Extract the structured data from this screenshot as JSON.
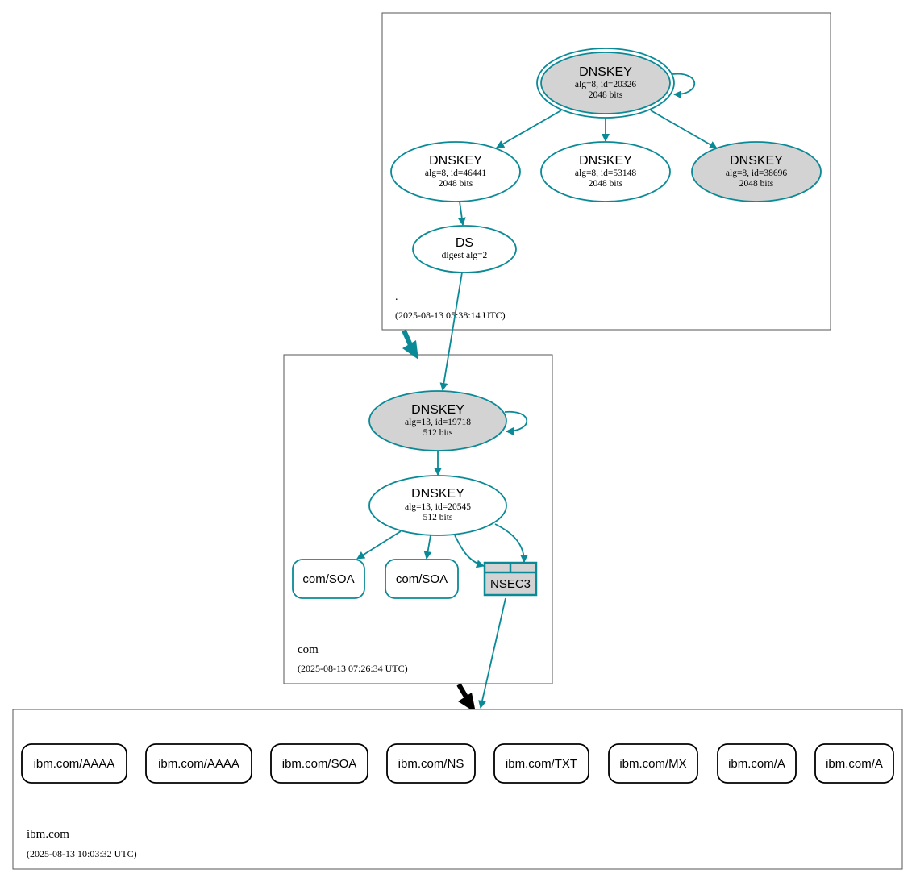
{
  "colors": {
    "teal": "#0a8a96",
    "black": "#000000",
    "fill_grey": "#d3d3d3",
    "border": "#555555"
  },
  "zones": {
    "root": {
      "name": ".",
      "timestamp": "(2025-08-13 05:38:14 UTC)"
    },
    "com": {
      "name": "com",
      "timestamp": "(2025-08-13 07:26:34 UTC)"
    },
    "ibm": {
      "name": "ibm.com",
      "timestamp": "(2025-08-13 10:03:32 UTC)"
    }
  },
  "nodes": {
    "root_ksk": {
      "title": "DNSKEY",
      "line1": "alg=8, id=20326",
      "line2": "2048 bits"
    },
    "root_zsk_a": {
      "title": "DNSKEY",
      "line1": "alg=8, id=46441",
      "line2": "2048 bits"
    },
    "root_zsk_b": {
      "title": "DNSKEY",
      "line1": "alg=8, id=53148",
      "line2": "2048 bits"
    },
    "root_zsk_c": {
      "title": "DNSKEY",
      "line1": "alg=8, id=38696",
      "line2": "2048 bits"
    },
    "root_ds": {
      "title": "DS",
      "line1": "digest alg=2"
    },
    "com_ksk": {
      "title": "DNSKEY",
      "line1": "alg=13, id=19718",
      "line2": "512 bits"
    },
    "com_zsk": {
      "title": "DNSKEY",
      "line1": "alg=13, id=20545",
      "line2": "512 bits"
    },
    "com_soa_1": {
      "label": "com/SOA"
    },
    "com_soa_2": {
      "label": "com/SOA"
    },
    "com_nsec3": {
      "label": "NSEC3"
    }
  },
  "records": [
    "ibm.com/AAAA",
    "ibm.com/AAAA",
    "ibm.com/SOA",
    "ibm.com/NS",
    "ibm.com/TXT",
    "ibm.com/MX",
    "ibm.com/A",
    "ibm.com/A"
  ]
}
